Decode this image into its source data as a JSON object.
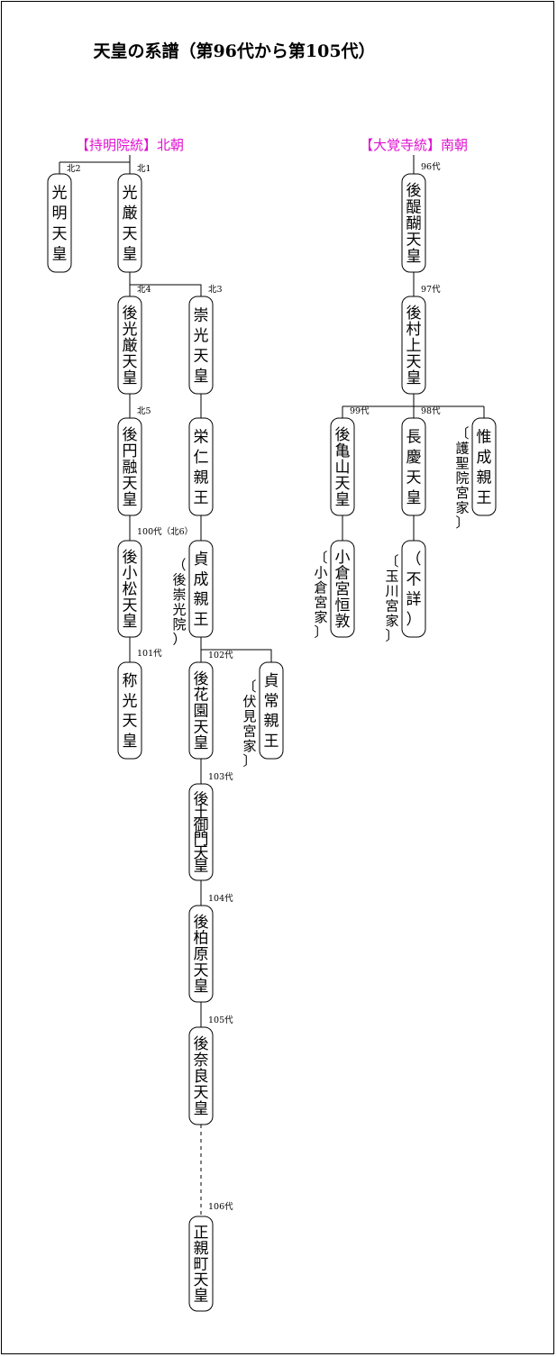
{
  "title": "天皇の系譜（第96代から第105代）",
  "lineages": {
    "north": "【持明院統】北朝",
    "south": "【大覚寺統】南朝"
  },
  "nodes": {
    "komyo": {
      "name": "光明天皇",
      "gen": "北2"
    },
    "kogon": {
      "name": "光厳天皇",
      "gen": "北1"
    },
    "gokogon": {
      "name": "後光厳天皇",
      "gen": "北4"
    },
    "suko": {
      "name": "崇光天皇",
      "gen": "北3"
    },
    "goenyu": {
      "name": "後円融天皇",
      "gen": "北5"
    },
    "eijin": {
      "name": "栄仁親王",
      "gen": ""
    },
    "gokomatsu": {
      "name": "後小松天皇",
      "gen": "100代（北6）"
    },
    "sadafusa": {
      "name": "貞成親王",
      "gen": "",
      "note": "（後崇光院）"
    },
    "shoko": {
      "name": "称光天皇",
      "gen": "101代"
    },
    "gohanazono": {
      "name": "後花園天皇",
      "gen": "102代"
    },
    "sadatsune": {
      "name": "貞常親王",
      "gen": "",
      "note": "〔伏見宮家〕"
    },
    "gotsuchimikado": {
      "name": "後土御門天皇",
      "gen": "103代"
    },
    "gokashiwabara": {
      "name": "後柏原天皇",
      "gen": "104代"
    },
    "gonara": {
      "name": "後奈良天皇",
      "gen": "105代"
    },
    "ogimachi": {
      "name": "正親町天皇",
      "gen": "106代"
    },
    "godaigo": {
      "name": "後醍醐天皇",
      "gen": "96代"
    },
    "gomurakami": {
      "name": "後村上天皇",
      "gen": "97代"
    },
    "gokameyama": {
      "name": "後亀山天皇",
      "gen": "99代"
    },
    "chokei": {
      "name": "長慶天皇",
      "gen": "98代"
    },
    "korenari": {
      "name": "惟成親王",
      "gen": "",
      "note": "〔護聖院宮家〕"
    },
    "ogura": {
      "name": "小倉宮恒敦",
      "gen": "",
      "note": "〔小倉宮家〕"
    },
    "fusho": {
      "name": "（不詳）",
      "gen": "",
      "note": "〔玉川宮家〕"
    }
  }
}
